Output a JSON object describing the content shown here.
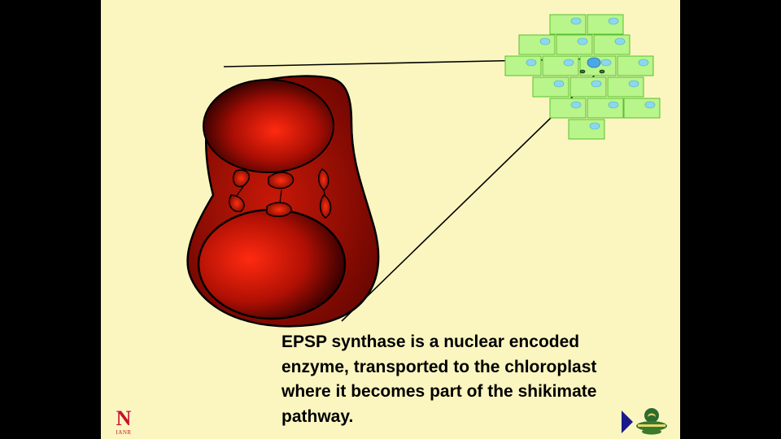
{
  "caption": {
    "line1": "EPSP synthase is a nuclear encoded",
    "line2": "enzyme, transported to the chloroplast",
    "line3": "where it becomes part of the shikimate",
    "line4": "pathway."
  },
  "branding": {
    "left_logo_mark": "N",
    "left_logo_text": "IANR"
  },
  "icons": {
    "next": "next-slide-icon",
    "chloroplast": "chloroplast-icon",
    "leaf_cells": "leaf-cell-grid-icon"
  },
  "colors": {
    "slide_background": "#fbf6c0",
    "chloroplast_red": "#ff2a10",
    "chloroplast_dark": "#1a0000",
    "cell_green": "#b8f58a",
    "cell_border": "#58c030",
    "nucleus_blue": "#8ad8f0",
    "nav_arrow": "#1a1a8c"
  }
}
